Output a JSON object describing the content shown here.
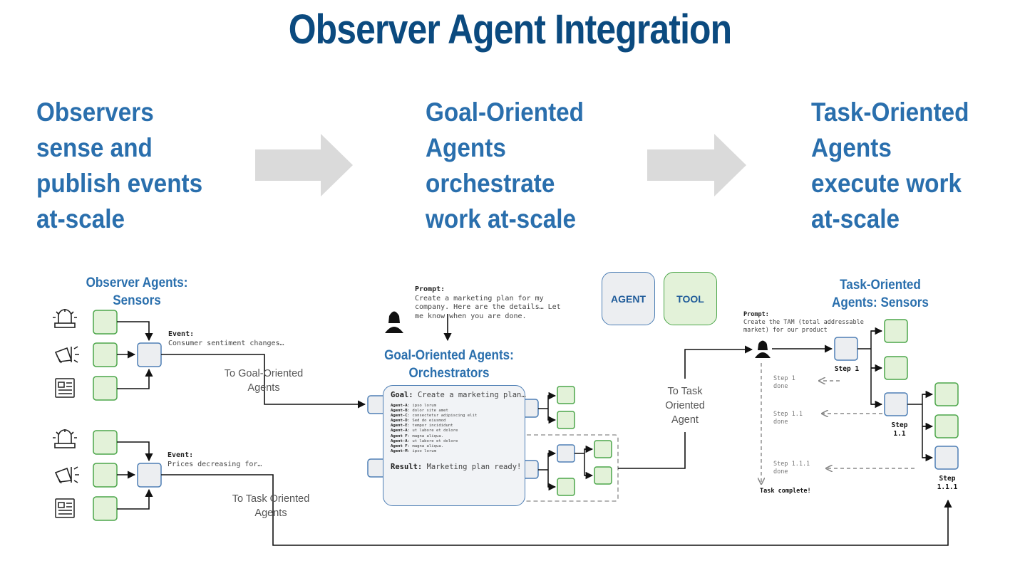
{
  "title": "Observer Agent Integration",
  "columns": [
    {
      "lines": [
        "Observers",
        "sense and",
        "publish events",
        "at-scale"
      ]
    },
    {
      "lines": [
        "Goal-Oriented",
        "Agents",
        "orchestrate",
        "work at-scale"
      ]
    },
    {
      "lines": [
        "Task-Oriented",
        "Agents",
        "execute work",
        "at-scale"
      ]
    }
  ],
  "observer": {
    "heading": [
      "Observer Agents:",
      "Sensors"
    ],
    "event1_label": "Event:",
    "event1_text": "Consumer sentiment changes…",
    "event2_label": "Event:",
    "event2_text": "Prices decreasing for…",
    "to_goal": [
      "To Goal-Oriented",
      "Agents"
    ],
    "to_task": [
      "To Task Oriented",
      "Agents"
    ]
  },
  "goal": {
    "prompt_label": "Prompt:",
    "prompt_text": [
      "Create a marketing plan for my",
      "company.  Here are the details… Let",
      "me know when you are done."
    ],
    "heading": [
      "Goal-Oriented Agents:",
      "Orchestrators"
    ],
    "goal_label": "Goal:",
    "goal_text": "Create a marketing plan…",
    "agents": [
      {
        "name": "Agent-A",
        "text": "ipso lorum"
      },
      {
        "name": "Agent-B",
        "text": "dolor site amet"
      },
      {
        "name": "Agent-C",
        "text": "consectetur adipiscing elit"
      },
      {
        "name": "Agent-D",
        "text": "Sed do eiusmod"
      },
      {
        "name": "Agent-E",
        "text": "tempor incididunt"
      },
      {
        "name": "Agent-A",
        "text": "ut labore et dolore"
      },
      {
        "name": "Agent F",
        "text": "magna aliqua."
      },
      {
        "name": "Agent-A",
        "text": "ut labore et dolore"
      },
      {
        "name": "Agent F",
        "text": "magna aliqua."
      },
      {
        "name": "Agent-M",
        "text": "ipso lorum"
      }
    ],
    "result_label": "Result:",
    "result_text": "Marketing plan ready!",
    "to_task": [
      "To Task",
      "Oriented",
      "Agent"
    ]
  },
  "legend": {
    "agent": "AGENT",
    "tool": "TOOL"
  },
  "task": {
    "heading": [
      "Task-Oriented",
      "Agents: Sensors"
    ],
    "prompt_label": "Prompt:",
    "prompt_text": [
      "Create the TAM (total addressable",
      "market) for our product"
    ],
    "step1": "Step 1",
    "step11": [
      "Step",
      "1.1"
    ],
    "step111": [
      "Step",
      "1.1.1"
    ],
    "done1": [
      "Step 1",
      "done"
    ],
    "done11": [
      "Step 1.1",
      "done"
    ],
    "done111": [
      "Step 1.1.1",
      "done"
    ],
    "complete": "Task complete!"
  },
  "colors": {
    "title": "#0b4a7f",
    "heading": "#2a6fad",
    "agent_fill": "#eceef1",
    "agent_stroke": "#4e7fb5",
    "tool_fill": "#e3f2d9",
    "tool_stroke": "#4ca64a",
    "arrow": "#d9d9d9"
  },
  "icons": [
    "siren-icon",
    "megaphone-icon",
    "newspaper-icon",
    "person-icon"
  ]
}
